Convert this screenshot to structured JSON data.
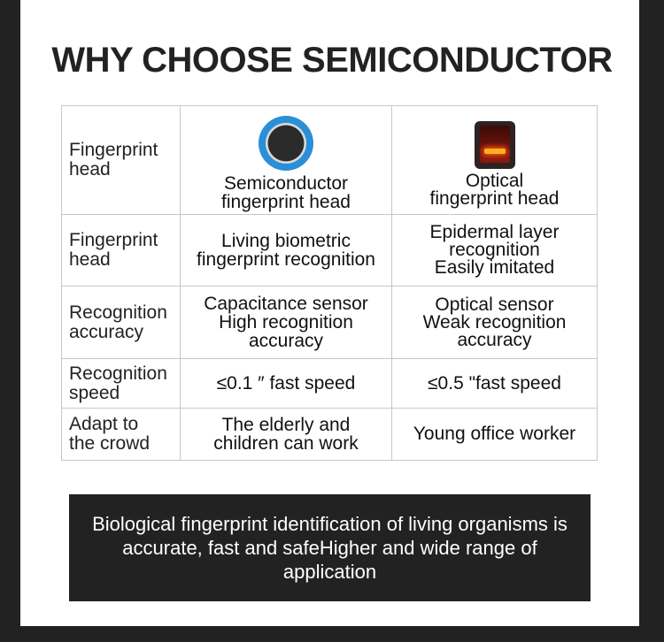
{
  "title": "WHY CHOOSE SEMICONDUCTOR",
  "table": {
    "header": {
      "label": "Fingerprint\nhead",
      "semiconductor": {
        "icon": "semiconductor-sensor-icon",
        "label": "Semiconductor\nfingerprint head"
      },
      "optical": {
        "icon": "optical-sensor-icon",
        "label": "Optical\nfingerprint head"
      }
    },
    "rows": [
      {
        "label": "Fingerprint\nhead",
        "semiconductor": "Living biometric\nfingerprint recognition",
        "optical": "Epidermal layer\nrecognition\nEasily imitated"
      },
      {
        "label": "Recognition\naccuracy",
        "semiconductor": "Capacitance sensor\nHigh recognition accuracy",
        "optical": "Optical sensor\nWeak recognition\naccuracy"
      },
      {
        "label": "Recognition\nspeed",
        "semiconductor": "≤0.1 ″ fast speed",
        "optical": "≤0.5 \"fast speed"
      },
      {
        "label": "Adapt to\nthe crowd",
        "semiconductor": "The elderly and\nchildren can work",
        "optical": "Young office worker"
      }
    ]
  },
  "banner": {
    "text": "Biological fingerprint identification of living organisms is accurate, fast and safeHigher and wide range of application"
  },
  "colors": {
    "frame": "#222223",
    "border": "#c8c8c8",
    "accent_blue": "#2a8fd8",
    "accent_red": "#ff5010"
  }
}
